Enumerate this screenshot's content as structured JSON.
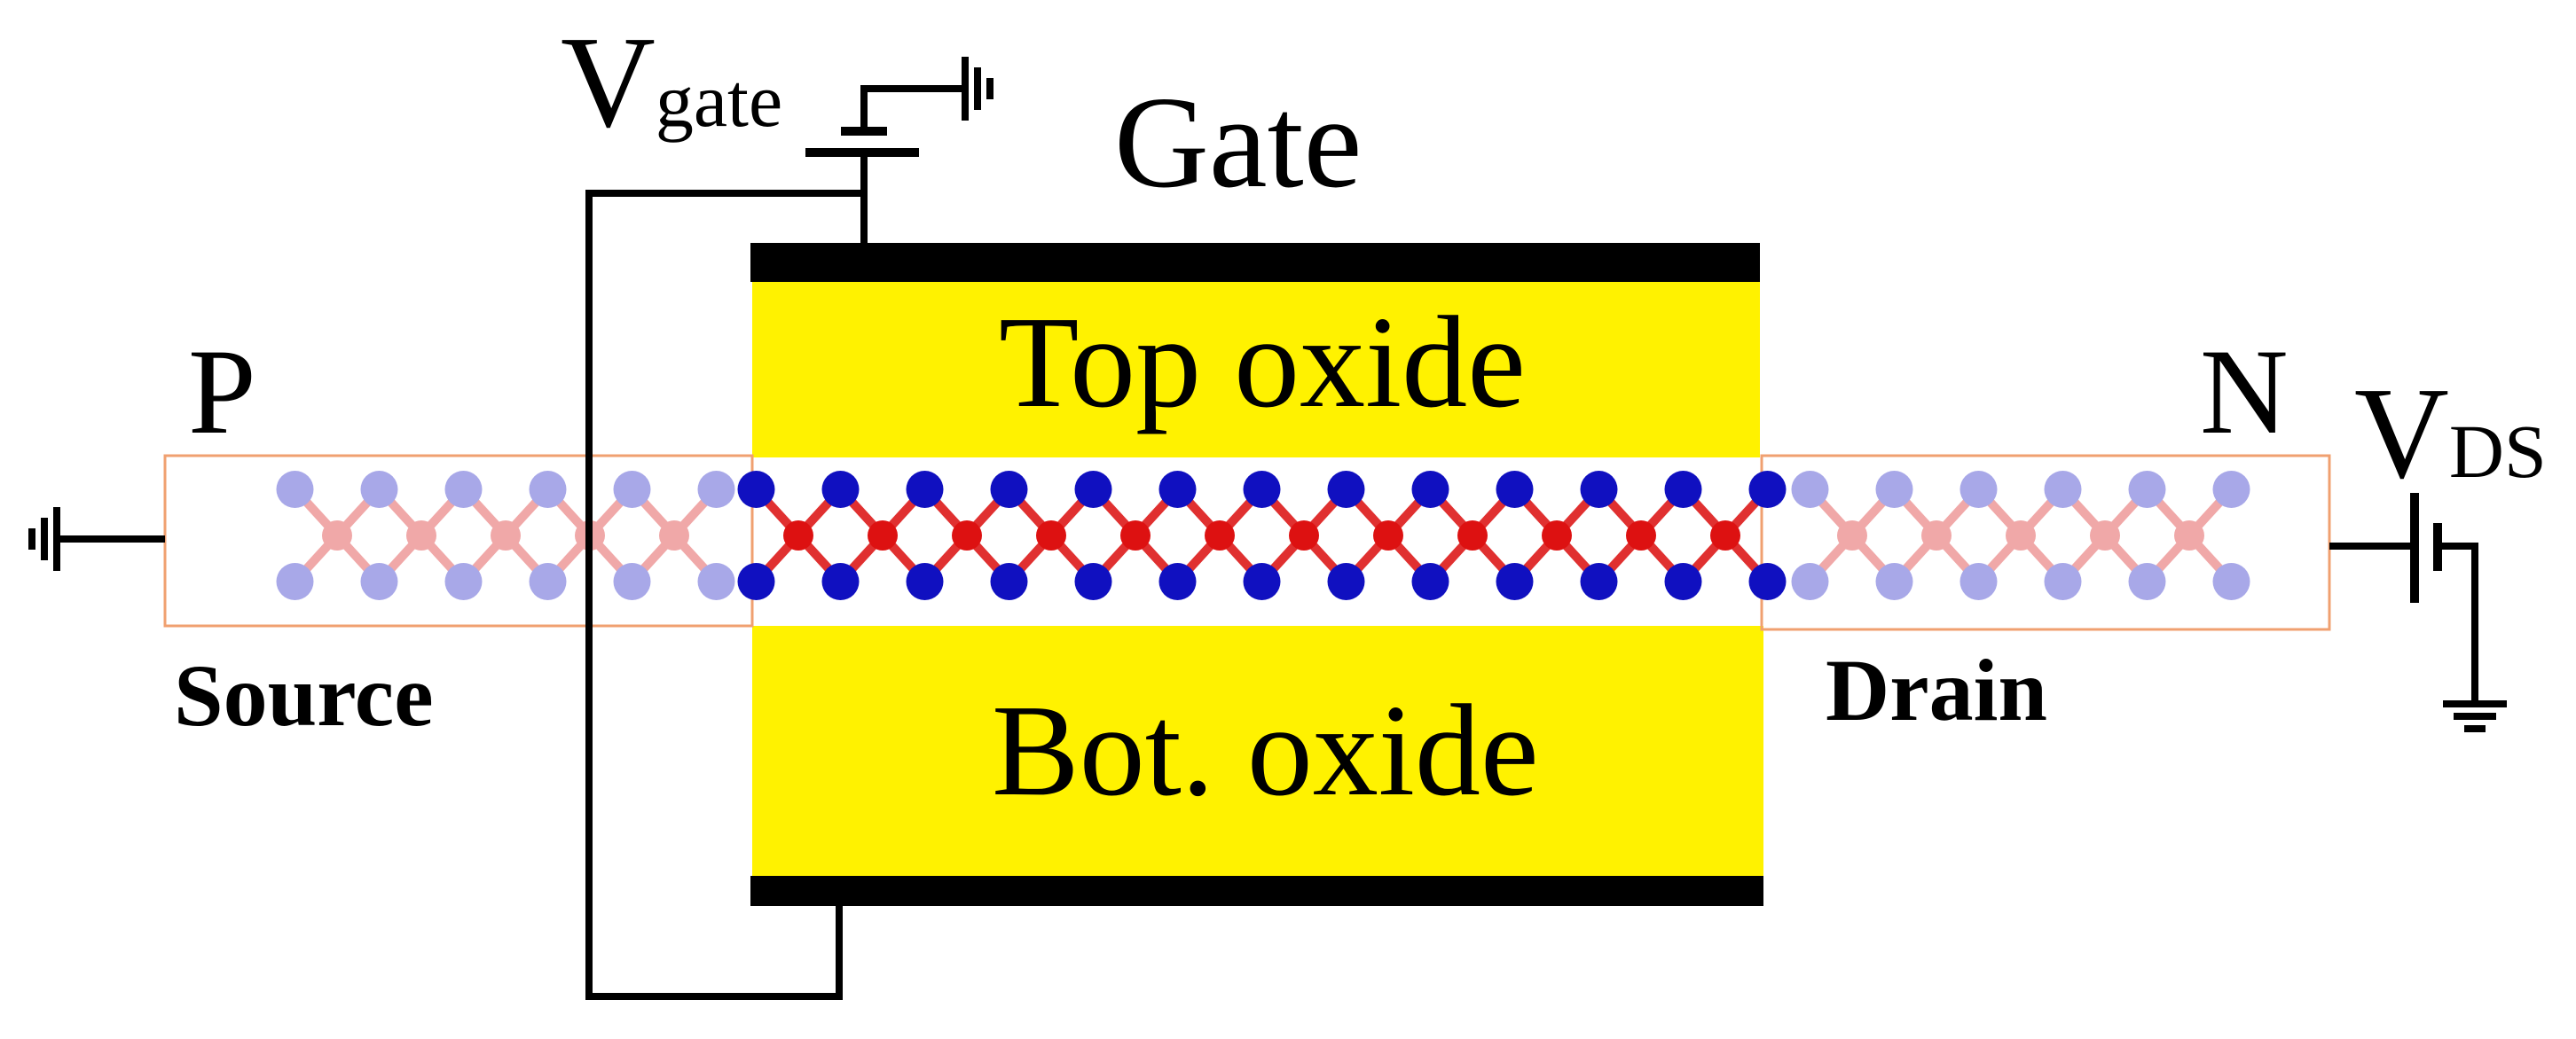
{
  "labels": {
    "v_gate_main": "V",
    "v_gate_sub": "gate",
    "gate": "Gate",
    "top_oxide": "Top oxide",
    "bot_oxide": "Bot. oxide",
    "p_region": "P",
    "n_region": "N",
    "v_ds_main": "V",
    "v_ds_sub": "DS",
    "source": "Source",
    "drain": "Drain"
  },
  "colors": {
    "oxide": "#fff200",
    "electrode": "#000000",
    "atom_metal": "#dd1111",
    "atom_chalcogen": "#1010c0",
    "bond": "#e03030",
    "contact_box": "#f0a070",
    "atom_metal_faded": "#f0a8a8",
    "atom_chalcogen_faded": "#a8a8e8"
  },
  "icons": {
    "ground_left": "ground-icon",
    "ground_top": "ground-icon",
    "ground_right": "ground-icon",
    "battery_gate": "battery-icon",
    "battery_ds": "battery-icon"
  }
}
